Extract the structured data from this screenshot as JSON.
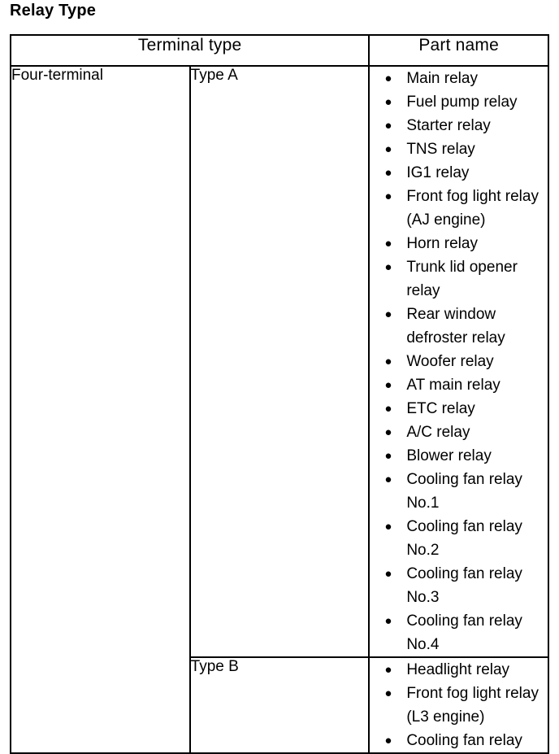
{
  "page": {
    "title": "Relay Type"
  },
  "table": {
    "headers": {
      "terminal_type": "Terminal type",
      "part_name": "Part name"
    },
    "bullet_glyph": "●",
    "rows": [
      {
        "terminal_type": "Four-terminal",
        "type_label": "Type A",
        "parts": [
          {
            "text": "Main relay"
          },
          {
            "text": "Fuel pump relay"
          },
          {
            "text": "Starter relay"
          },
          {
            "text": "TNS relay"
          },
          {
            "text": "IG1 relay"
          },
          {
            "text": "Front fog light relay",
            "continuation": "(AJ engine)"
          },
          {
            "text": "Horn relay"
          },
          {
            "text": "Trunk lid opener relay"
          },
          {
            "text": "Rear window",
            "continuation": "defroster relay"
          },
          {
            "text": "Woofer relay"
          },
          {
            "text": "AT main relay"
          },
          {
            "text": "ETC relay"
          },
          {
            "text": "A/C relay"
          },
          {
            "text": "Blower relay"
          },
          {
            "text": "Cooling fan relay No.1"
          },
          {
            "text": "Cooling fan relay No.2"
          },
          {
            "text": "Cooling fan relay No.3"
          },
          {
            "text": "Cooling fan relay No.4"
          }
        ]
      },
      {
        "type_label": "Type B",
        "parts": [
          {
            "text": "Headlight relay"
          },
          {
            "text": "Front fog light relay",
            "continuation": "(L3 engine)"
          },
          {
            "text": "Cooling fan relay"
          }
        ]
      }
    ]
  }
}
